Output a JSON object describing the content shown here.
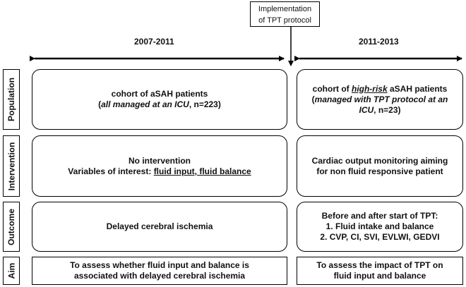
{
  "implementation": {
    "line1": "Implementation",
    "line2": "of TPT protocol"
  },
  "periods": {
    "left": "2007-2011",
    "right": "2011-2013"
  },
  "row_labels": {
    "population": "Population",
    "intervention": "Intervention",
    "outcome": "Outcome",
    "aim": "Aim"
  },
  "population": {
    "left_line1": "cohort of aSAH patients",
    "left_line2_open": "(",
    "left_line2_italic": "all managed at an ICU",
    "left_line2_rest": ", n=223)",
    "right_line1_pre": "cohort of ",
    "right_line1_em": "high-risk",
    "right_line1_post": " aSAH patients",
    "right_line2_open": "(",
    "right_line2_italic": "managed with TPT protocol at an",
    "right_line3_italic": "ICU",
    "right_line3_rest": ", n=23)"
  },
  "intervention": {
    "left_line1": "No intervention",
    "left_line2_pre": "Variables of interest: ",
    "left_line2_u": "fluid input, fluid balance",
    "right_line1": "Cardiac output monitoring aiming",
    "right_line2": "for non fluid responsive patient"
  },
  "outcome": {
    "left": "Delayed cerebral ischemia",
    "right_line1": "Before and after start of TPT:",
    "right_line2": "1. Fluid intake and balance",
    "right_line3": "2. CVP, CI, SVI, EVLWI, GEDVI"
  },
  "aim": {
    "left_line1": "To assess whether fluid input and balance is",
    "left_line2": "associated with delayed cerebral ischemia",
    "right_line1": "To assess the impact of TPT on",
    "right_line2": "fluid input and balance"
  }
}
